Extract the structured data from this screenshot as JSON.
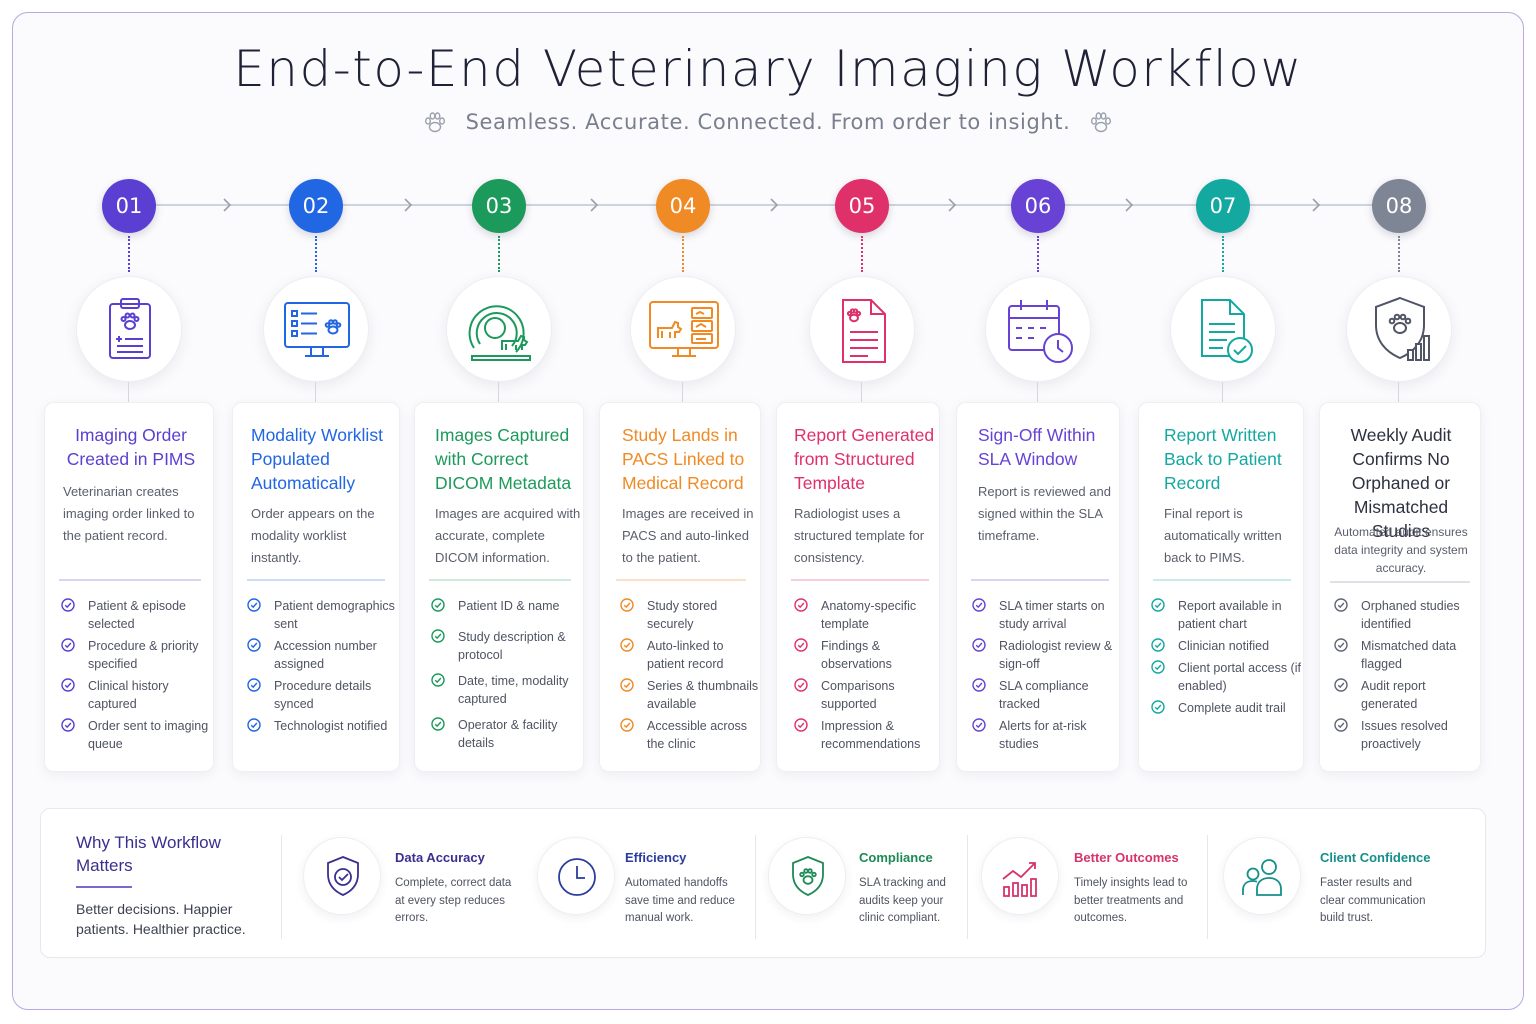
{
  "header": {
    "title": "End-to-End Veterinary Imaging Workflow",
    "subtitle": "Seamless. Accurate. Connected. From order to insight."
  },
  "steps": [
    {
      "number": "01",
      "color": "#5b3fd3",
      "title": "Imaging Order Created in PIMS",
      "description": "Veterinarian creates imaging order linked to the patient record.",
      "icon": "clipboard-paw-icon",
      "checks": [
        "Patient & episode selected",
        "Procedure & priority specified",
        "Clinical history captured",
        "Order sent to imaging queue"
      ]
    },
    {
      "number": "02",
      "color": "#2166e3",
      "title": "Modality Worklist Populated Automatically",
      "description": "Order appears on the modality worklist instantly.",
      "icon": "monitor-list-icon",
      "checks": [
        "Patient demographics sent",
        "Accession number assigned",
        "Procedure details synced",
        "Technologist notified"
      ]
    },
    {
      "number": "03",
      "color": "#1c9a5b",
      "title": "Images Captured with Correct DICOM Metadata",
      "description": "Images are acquired with accurate, complete DICOM information.",
      "icon": "scanner-dog-icon",
      "checks": [
        "Patient ID & name",
        "Study description & protocol",
        "Date, time, modality captured",
        "Operator & facility details"
      ]
    },
    {
      "number": "04",
      "color": "#f08a24",
      "title": "Study Lands in PACS Linked to Medical Record",
      "description": "Images are received in PACS and auto-linked to the patient.",
      "icon": "pacs-monitor-icon",
      "checks": [
        "Study stored securely",
        "Auto-linked to patient record",
        "Series & thumbnails available",
        "Accessible across the clinic"
      ]
    },
    {
      "number": "05",
      "color": "#e0306a",
      "title": "Report Generated from Structured Template",
      "description": "Radiologist uses a structured template for consistency.",
      "icon": "report-document-icon",
      "checks": [
        "Anatomy-specific template",
        "Findings & observations",
        "Comparisons supported",
        "Impression & recommendations"
      ]
    },
    {
      "number": "06",
      "color": "#6742d4",
      "title": "Sign-Off Within SLA Window",
      "description": "Report is reviewed and signed within the SLA timeframe.",
      "icon": "calendar-clock-icon",
      "checks": [
        "SLA timer starts on study arrival",
        "Radiologist review & sign-off",
        "SLA compliance tracked",
        "Alerts for at-risk studies"
      ]
    },
    {
      "number": "07",
      "color": "#13a8a0",
      "title": "Report Written Back to Patient Record",
      "description": "Final report is automatically written back to PIMS.",
      "icon": "document-check-icon",
      "checks": [
        "Report available in patient chart",
        "Clinician notified",
        "Client portal access (if enabled)",
        "Complete audit trail"
      ]
    },
    {
      "number": "08",
      "color": "#7e8594",
      "title": "Weekly Audit Confirms No Orphaned or Mismatched Studies",
      "description": "Automated audit ensures data integrity and system accuracy.",
      "icon": "shield-chart-icon",
      "checks": [
        "Orphaned studies identified",
        "Mismatched data flagged",
        "Audit report generated",
        "Issues resolved proactively"
      ]
    }
  ],
  "why": {
    "title": "Why This Workflow Matters",
    "text": "Better decisions. Happier patients. Healthier practice."
  },
  "benefits": [
    {
      "title": "Data Accuracy",
      "text": "Complete, correct data at every step reduces errors.",
      "color": "#3a2f8f",
      "icon": "shield-check-icon"
    },
    {
      "title": "Efficiency",
      "text": "Automated handoffs save time and reduce manual work.",
      "color": "#2a3d9e",
      "icon": "clock-icon"
    },
    {
      "title": "Compliance",
      "text": "SLA tracking and audits keep your clinic compliant.",
      "color": "#1c8a55",
      "icon": "paw-shield-icon"
    },
    {
      "title": "Better Outcomes",
      "text": "Timely insights lead to better treatments and outcomes.",
      "color": "#d6336c",
      "icon": "trend-chart-icon"
    },
    {
      "title": "Client Confidence",
      "text": "Faster results and clear communication build trust.",
      "color": "#148f8a",
      "icon": "people-icon"
    }
  ]
}
